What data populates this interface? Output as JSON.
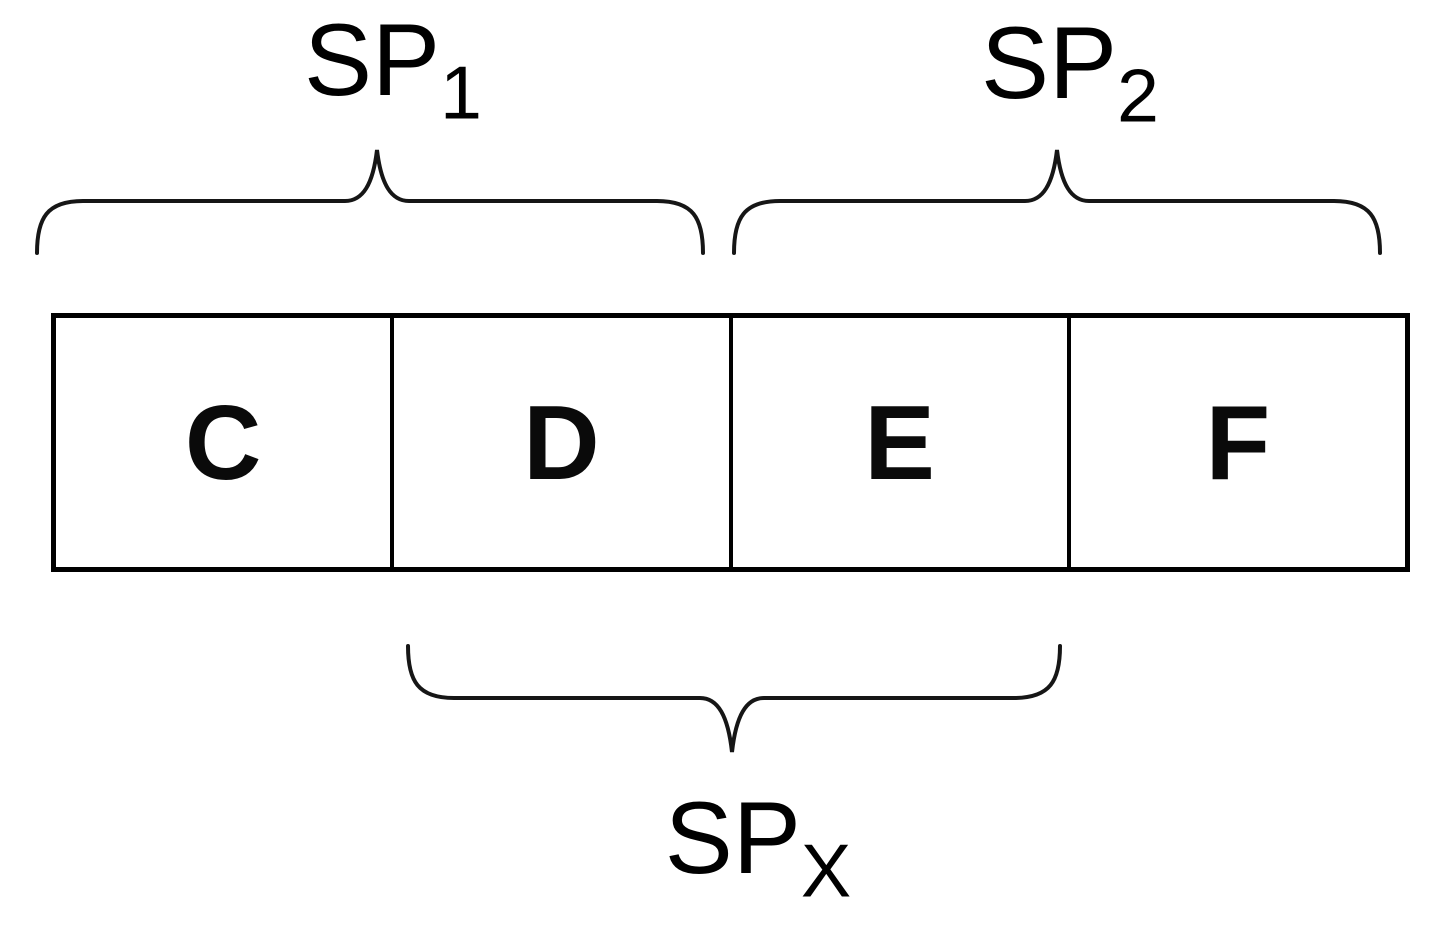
{
  "diagram": {
    "background_color": "#ffffff",
    "line_color": "#000000",
    "cells": [
      {
        "label": "C"
      },
      {
        "label": "D"
      },
      {
        "label": "E"
      },
      {
        "label": "F"
      }
    ],
    "braces": [
      {
        "label_base": "SP",
        "label_sub": "1",
        "position": "top",
        "spans": "C-D"
      },
      {
        "label_base": "SP",
        "label_sub": "2",
        "position": "top",
        "spans": "E-F"
      },
      {
        "label_base": "SP",
        "label_sub": "X",
        "position": "bottom",
        "spans": "D-E"
      }
    ]
  }
}
